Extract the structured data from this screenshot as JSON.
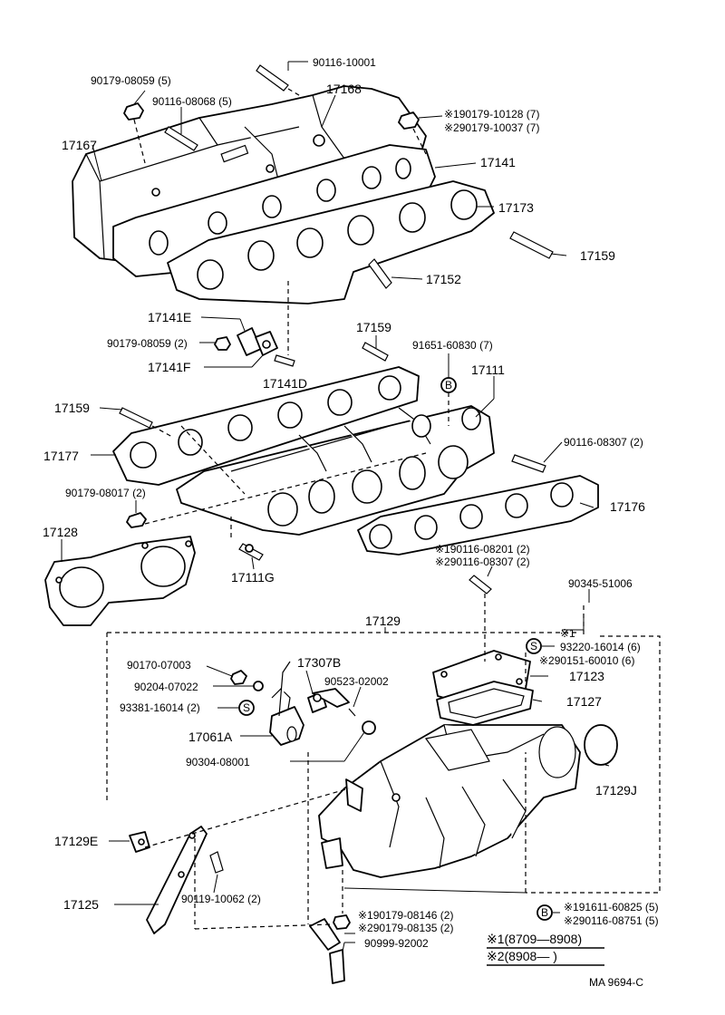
{
  "labels": {
    "p90179_08059_5": "90179-08059 (5)",
    "p90116_10001": "90116-10001",
    "p17168": "17168",
    "p90116_08068_5": "90116-08068 (5)",
    "p90179_10128_7": "※190179-10128 (7)",
    "p90179_10037_7": "※290179-10037 (7)",
    "p17167": "17167",
    "p17141": "17141",
    "p17173": "17173",
    "p17159_a": "17159",
    "p17152": "17152",
    "p17141E": "17141E",
    "p90179_08059_2": "90179-08059 (2)",
    "p17141F": "17141F",
    "p17141D": "17141D",
    "p17159_b": "17159",
    "p91651_60830_7": "91651-60830 (7)",
    "p17111": "17111",
    "p17159_c": "17159",
    "p17177": "17177",
    "p90116_08307_2": "90116-08307 (2)",
    "p90179_08017_2": "90179-08017 (2)",
    "p17176": "17176",
    "p17128": "17128",
    "p90116_08201_2": "※190116-08201 (2)",
    "p90116_08307_2b": "※290116-08307 (2)",
    "p17111G": "17111G",
    "p90345_51006": "90345-51006",
    "p17129": "17129",
    "p_star1": "※1",
    "p93220_16014_6": "93220-16014 (6)",
    "p90151_60010_6": "※290151-60010 (6)",
    "p17123": "17123",
    "p90170_07003": "90170-07003",
    "p17307B": "17307B",
    "p90204_07022": "90204-07022",
    "p90523_02002": "90523-02002",
    "p93381_16014_2": "93381-16014 (2)",
    "p17127": "17127",
    "p17061A": "17061A",
    "p90304_08001": "90304-08001",
    "p17129J": "17129J",
    "p17129E": "17129E",
    "p17125": "17125",
    "p90119_10062_2": "90119-10062 (2)",
    "p91611_60825_5": "※191611-60825 (5)",
    "p90116_08751_5": "※290116-08751 (5)",
    "p90179_08146_2": "※190179-08146 (2)",
    "p90179_08135_2": "※290179-08135 (2)",
    "p90999_92002": "90999-92002",
    "mark_B": "B",
    "mark_S": "S"
  },
  "legend": {
    "row1": "※1(8709—8908)",
    "row2": "※2(8908—        )"
  },
  "footer": {
    "code": "MA  9694-C"
  }
}
